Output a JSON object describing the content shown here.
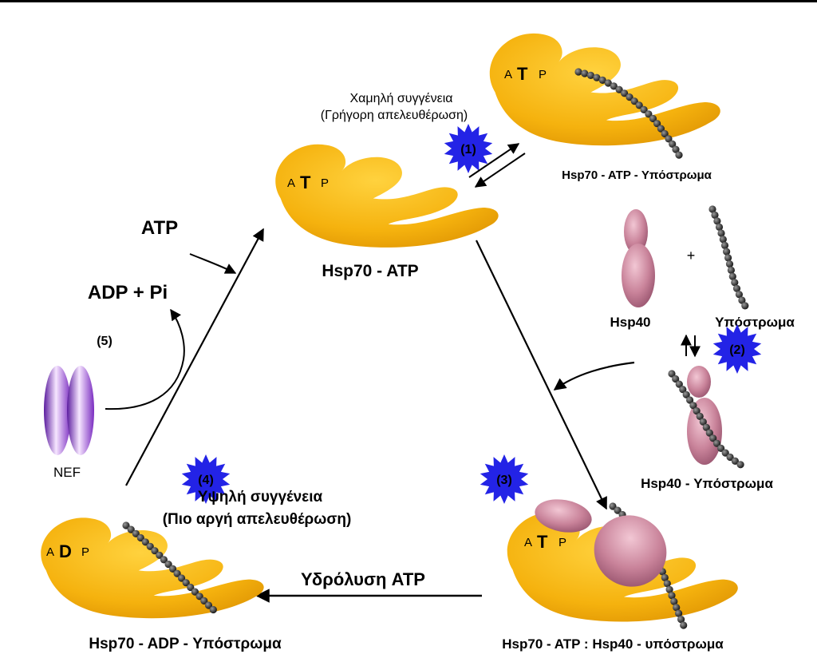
{
  "colors": {
    "hsp70": "#f5b20e",
    "hsp70_light": "#ffd23e",
    "hsp40": "#c9839a",
    "nef": "#8b3bc8",
    "star": "#2323e6",
    "substrate": "#222222"
  },
  "icons": [
    "hsp70-protein",
    "hsp40-protein",
    "nef-protein",
    "substrate-chain",
    "step-star"
  ],
  "labels": {
    "hsp70_atp": "Hsp70 - ATP",
    "hsp70_atp_substrate": "Hsp70 - ATP - Υπόστρωμα",
    "low_affinity_1": "Χαμηλή συγγένεια",
    "low_affinity_2": "(Γρήγορη απελευθέρωση)",
    "hsp40": "Hsp40",
    "plus": "+",
    "substrate": "Υπόστρωμα",
    "hsp40_substrate": "Hsp40 - Υπόστρωμα",
    "hsp70_atp_hsp40_substrate": "Hsp70 - ATP : Hsp40 - υπόστρωμα",
    "hydrolysis": "Υδρόλυση ATP",
    "hsp70_adp_substrate": "Hsp70 - ADP - Υπόστρωμα",
    "high_affinity_1": "Υψηλή συγγένεια",
    "high_affinity_2": "(Πιο αργή απελευθέρωση)",
    "atp": "ATP",
    "adp_pi": "ADP + Pi",
    "step5": "(5)",
    "nef": "NEF"
  },
  "steps": [
    "(1)",
    "(2)",
    "(3)",
    "(4)"
  ],
  "nucleotide": {
    "atp": [
      "A",
      "T",
      "P"
    ],
    "adp": [
      "A",
      "D",
      "P"
    ]
  }
}
